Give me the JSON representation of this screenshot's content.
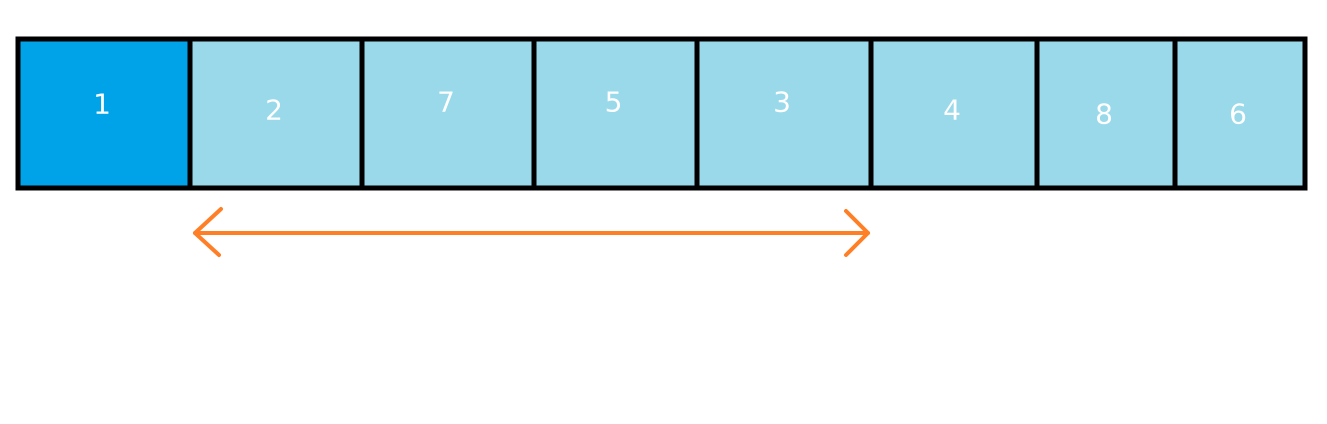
{
  "array": {
    "cells": [
      {
        "label": "1",
        "highlighted": true
      },
      {
        "label": "2",
        "highlighted": false
      },
      {
        "label": "7",
        "highlighted": false
      },
      {
        "label": "5",
        "highlighted": false
      },
      {
        "label": "3",
        "highlighted": false
      },
      {
        "label": "4",
        "highlighted": false
      },
      {
        "label": "8",
        "highlighted": false
      },
      {
        "label": "6",
        "highlighted": false
      }
    ],
    "highlight_color": "#00a2e8",
    "cell_color": "#99d9ea",
    "border_color": "#000000",
    "text_color": "#ffffff"
  },
  "range_arrow": {
    "from_cell_index": 1,
    "to_cell_index": 4,
    "double_headed": true,
    "color": "#ff7f27"
  }
}
